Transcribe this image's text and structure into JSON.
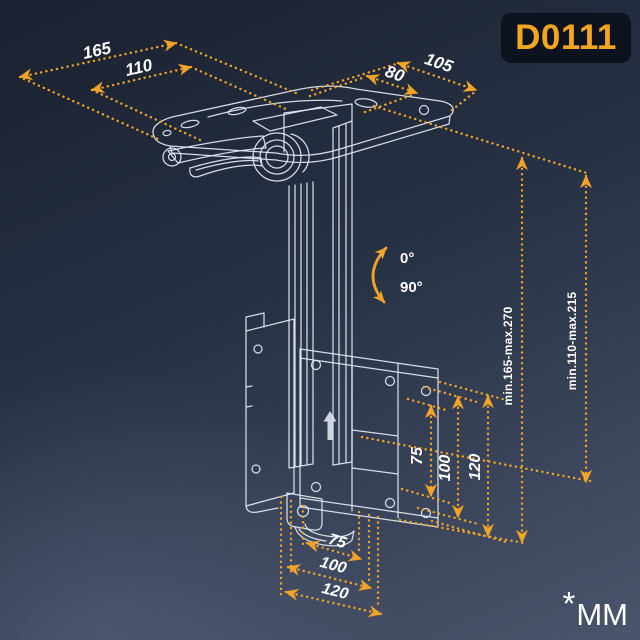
{
  "badge": {
    "code": "D0111"
  },
  "units_note": {
    "asterisk": "*",
    "unit": "MM"
  },
  "colors": {
    "accent": "#F1A428",
    "wire": "#E3E9F3",
    "badge_bg": "#0D131E",
    "badge_text": "#F4A51E",
    "bg_top": "#1A2130",
    "bg_mid": "#273144",
    "bg_bottom": "#4A546C"
  },
  "dims": {
    "plate_width_outer": "165",
    "plate_width_inner": "110",
    "plate_depth_outer": "105",
    "plate_depth_inner": "80",
    "fold_angle_min": "0°",
    "fold_angle_max": "90°",
    "drop_outer": "min.165-max.270",
    "drop_inner": "min.110-max.215",
    "vesa_v_75": "75",
    "vesa_v_100": "100",
    "vesa_v_120": "120",
    "vesa_h_75": "75",
    "vesa_h_100": "100",
    "vesa_h_120": "120"
  }
}
